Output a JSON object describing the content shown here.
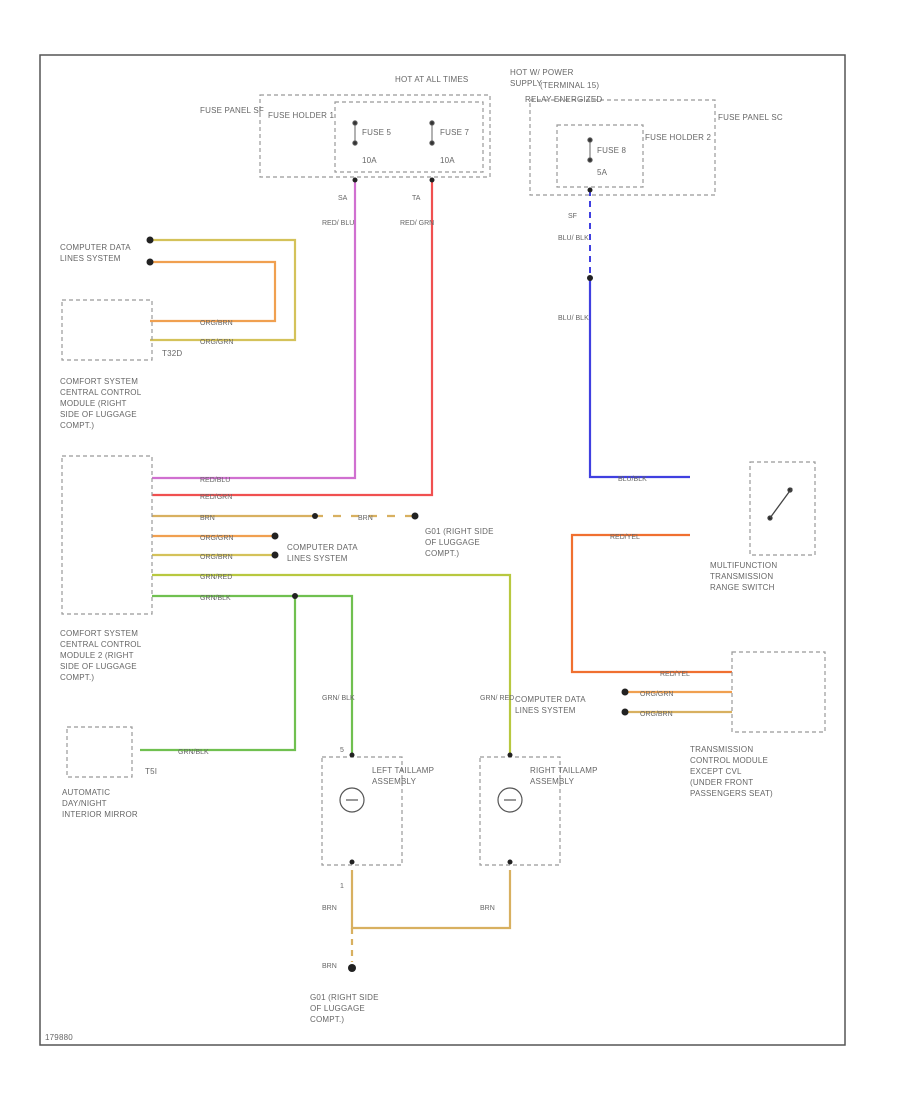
{
  "colors": {
    "pink": "#d070d0",
    "red": "#f05050",
    "yellow_olive": "#d4c25a",
    "orange": "#f0a050",
    "blue": "#4040e0",
    "orange_red": "#f07030",
    "brown": "#d8b060",
    "green": "#70c050",
    "yellow_green": "#b8c840"
  },
  "labels": {
    "fuse_panel_sf": "FUSE PANEL SF",
    "hot_at_all_times": "HOT AT ALL TIMES",
    "fuse_holder_1": "FUSE HOLDER 1",
    "fuse_5": "FUSE 5",
    "fuse_5_amp": "10A",
    "fuse_7": "FUSE 7",
    "fuse_7_amp": "10A",
    "hot_power_supply": "HOT W/ POWER SUPPLY",
    "terminal_15": "(TERMINAL 15)",
    "relay_energized": "RELAY ENERGIZED",
    "fuse_panel_sc": "FUSE PANEL SC",
    "fuse_holder_2": "FUSE HOLDER 2",
    "fuse_8": "FUSE 8",
    "fuse_8_amp": "5A",
    "computer_data_lines_1": "COMPUTER DATA LINES SYSTEM",
    "t32d": "T32D",
    "comfort_module_1": "COMFORT SYSTEM CENTRAL CONTROL MODULE (RIGHT SIDE OF LUGGAGE COMPT.)",
    "comfort_module_2": "COMFORT SYSTEM CENTRAL CONTROL MODULE 2 (RIGHT SIDE OF LUGGAGE COMPT.)",
    "g01_top": "G01 (RIGHT SIDE OF LUGGAGE COMPT.)",
    "computer_data_lines_2": "COMPUTER DATA LINES SYSTEM",
    "multifunction_switch": "MULTIFUNCTION TRANSMISSION RANGE SWITCH",
    "computer_data_lines_3": "COMPUTER DATA LINES SYSTEM",
    "tcm": "TRANSMISSION CONTROL MODULE EXCEPT CVL (UNDER FRONT PASSENGERS SEAT)",
    "auto_mirror": "AUTOMATIC DAY/NIGHT INTERIOR MIRROR",
    "t5i": "T5I",
    "left_taillamp": "LEFT TAILLAMP ASSEMBLY",
    "right_taillamp": "RIGHT TAILLAMP ASSEMBLY",
    "g01_bottom": "G01 (RIGHT SIDE OF LUGGAGE COMPT.)",
    "diagram_id": "179880"
  },
  "wires": {
    "red_blu": "RED/ BLU",
    "red_grn": "RED/ GRN",
    "blu_blk_1": "BLU/ BLK",
    "blu_blk_2": "BLU/ BLK",
    "grn_blk": "GRN/ BLK",
    "grn_red": "GRN/ RED",
    "brn_l": "BRN",
    "brn_r": "BRN",
    "brn_g": "BRN",
    "org_brn_1": "ORG/BRN",
    "org_grn_1": "ORG/GRN",
    "red_blu_2": "RED/BLU",
    "red_grn_2": "RED/GRN",
    "brn_2": "BRN",
    "brn_2b": "BRN",
    "org_grn_2": "ORG/GRN",
    "org_brn_2": "ORG/BRN",
    "grn_red_2": "GRN/RED",
    "grn_blk_2": "GRN/BLK",
    "grn_blk_3": "GRN/BLK",
    "blu_blk_3": "BLU/BLK",
    "red_yel_1": "RED/YEL",
    "red_yel_2": "RED/YEL",
    "org_grn_3": "ORG/GRN",
    "org_brn_3": "ORG/BRN"
  },
  "pins": {
    "sa": "SA",
    "ta": "TA",
    "sf": "SF",
    "t5_2": "5",
    "t5_1": "1"
  }
}
